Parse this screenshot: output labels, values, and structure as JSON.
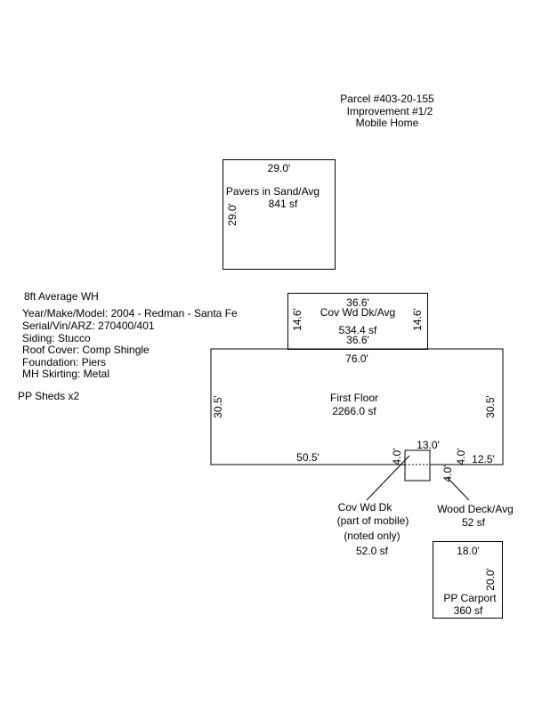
{
  "header": {
    "parcel": "Parcel #403-20-155",
    "improvement": "Improvement #1/2",
    "type": "Mobile  Home"
  },
  "info": {
    "wh": "8ft Average WH",
    "year_make_model": "Year/Make/Model: 2004 - Redman - Santa Fe",
    "serial": "Serial/Vin/ARZ: 270400/401",
    "siding": "Siding: Stucco",
    "roof": "Roof Cover: Comp Shingle",
    "foundation": "Foundation: Piers",
    "skirting": "MH Skirting: Metal",
    "sheds": "PP Sheds x2"
  },
  "pavers": {
    "top_dim": "29.0'",
    "side_dim": "29.0'",
    "label": "Pavers in Sand/Avg",
    "area": "841 sf"
  },
  "cov_deck": {
    "top_dim": "36.6'",
    "bottom_dim": "36.6'",
    "left_dim": "14.6'",
    "right_dim": "14.6'",
    "label": "Cov Wd Dk/Avg",
    "area": "534.4 sf"
  },
  "first_floor": {
    "top_dim": "76.0'",
    "left_dim": "30.5'",
    "right_dim": "30.5'",
    "bottom_dim": "50.5'",
    "right_bottom_dim": "12.5'",
    "label": "First Floor",
    "area": "2266.0 sf"
  },
  "small_deck": {
    "top_dim": "13.0'",
    "left_dim": "4.0'",
    "right_dim": "4.0'",
    "inner_dim": "4.0'"
  },
  "callout_cov_wd_dk": {
    "line1": "Cov Wd Dk",
    "line2": "(part of mobile)",
    "line3": "(noted only)",
    "area": "52.0 sf"
  },
  "callout_wood_deck": {
    "label": "Wood Deck/Avg",
    "area": "52 sf"
  },
  "carport": {
    "top_dim": "18.0'",
    "side_dim": "20.0'",
    "label": "PP Carport",
    "area": "360 sf"
  }
}
